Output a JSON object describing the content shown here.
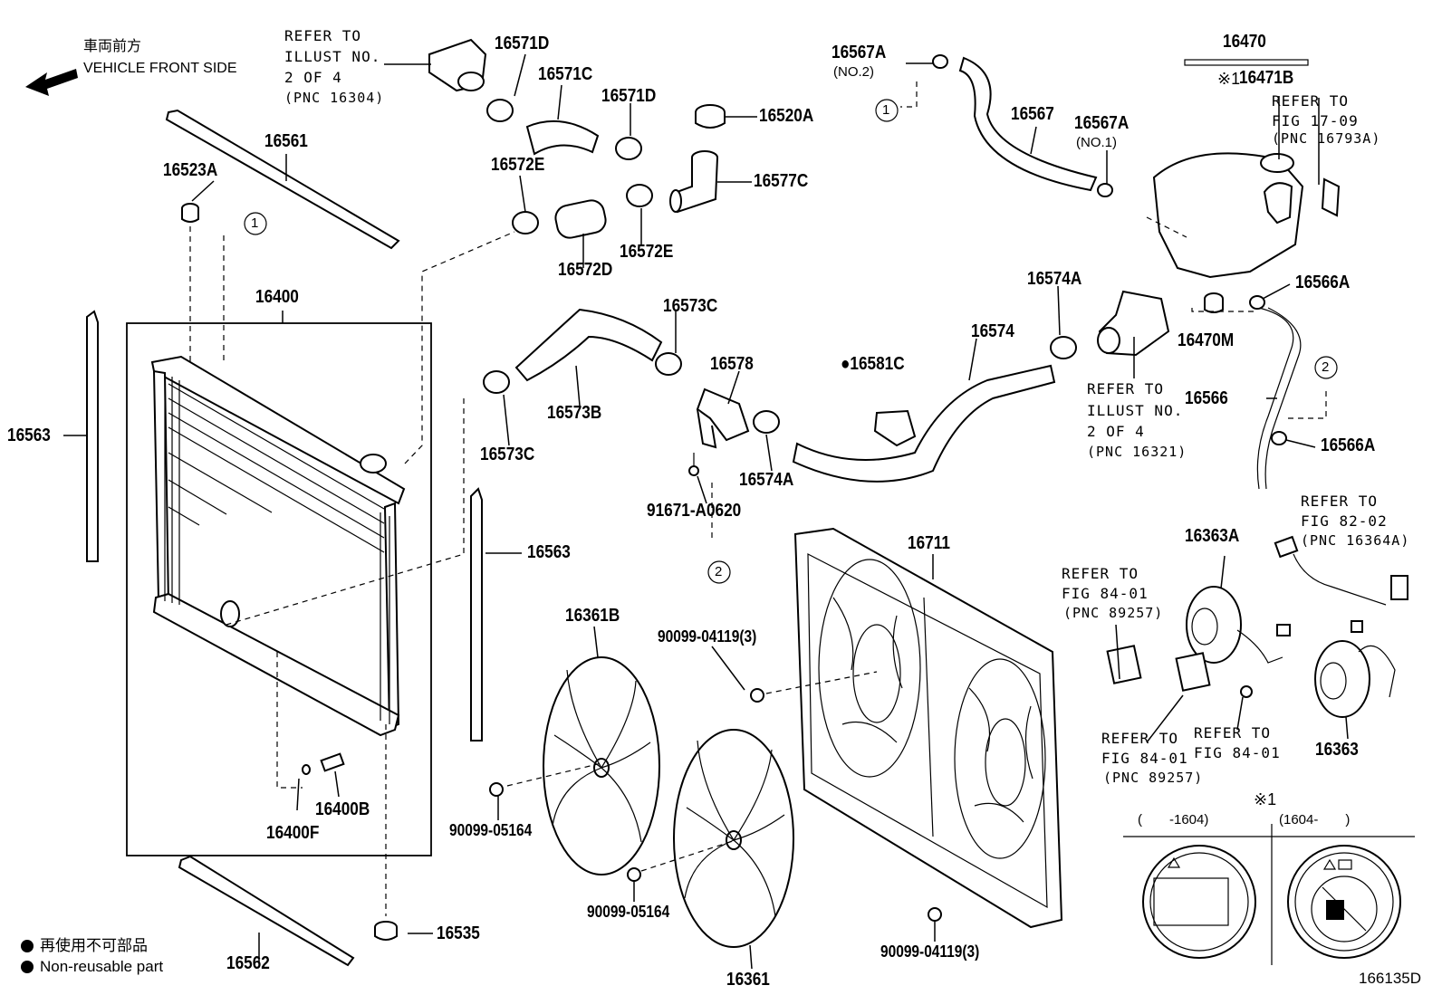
{
  "header": {
    "front_jp": "車両前方",
    "front_en": "VEHICLE FRONT SIDE"
  },
  "parts": {
    "p16400": "16400",
    "p16400B": "16400B",
    "p16400F": "16400F",
    "p16470": "16470",
    "p16470M": "16470M",
    "p16471B": "16471B",
    "note_mark": "※1",
    "p16520A": "16520A",
    "p16523A": "16523A",
    "p16535": "16535",
    "p16561": "16561",
    "p16562": "16562",
    "p16563": "16563",
    "p16566": "16566",
    "p16566A": "16566A",
    "p16567": "16567",
    "p16567A": "16567A",
    "no1": "(NO.1)",
    "no2": "(NO.2)",
    "p16571C": "16571C",
    "p16571D": "16571D",
    "p16572D": "16572D",
    "p16572E": "16572E",
    "p16573B": "16573B",
    "p16573C": "16573C",
    "p16574": "16574",
    "p16574A": "16574A",
    "p16577C": "16577C",
    "p16578": "16578",
    "p16581C": "●16581C",
    "p16711": "16711",
    "p16361": "16361",
    "p16361B": "16361B",
    "p16363": "16363",
    "p16363A": "16363A",
    "p91671": "91671-A0620",
    "p90099_05164": "90099-05164",
    "p90099_04119": "90099-04119(3)"
  },
  "refs": {
    "refer_to": "REFER TO",
    "illust_no": "ILLUST NO.",
    "two_of_four": "2 OF 4",
    "pnc_16304": "(PNC 16304)",
    "pnc_16321": "(PNC 16321)",
    "fig_17_09": "FIG 17-09",
    "pnc_16793A": "(PNC 16793A)",
    "fig_82_02": "FIG 82-02",
    "pnc_16364A": "(PNC 16364A)",
    "fig_84_01": "FIG 84-01",
    "pnc_89257": "(PNC 89257)"
  },
  "callouts": {
    "c1": "1",
    "c2": "2"
  },
  "inset": {
    "mark": "※1",
    "left_range": "(　　-1604)",
    "right_range": "(1604-　　)"
  },
  "legend": {
    "jp": "再使用不可部品",
    "en": "Non-reusable part"
  },
  "footer": {
    "diagram_id": "166135D"
  }
}
